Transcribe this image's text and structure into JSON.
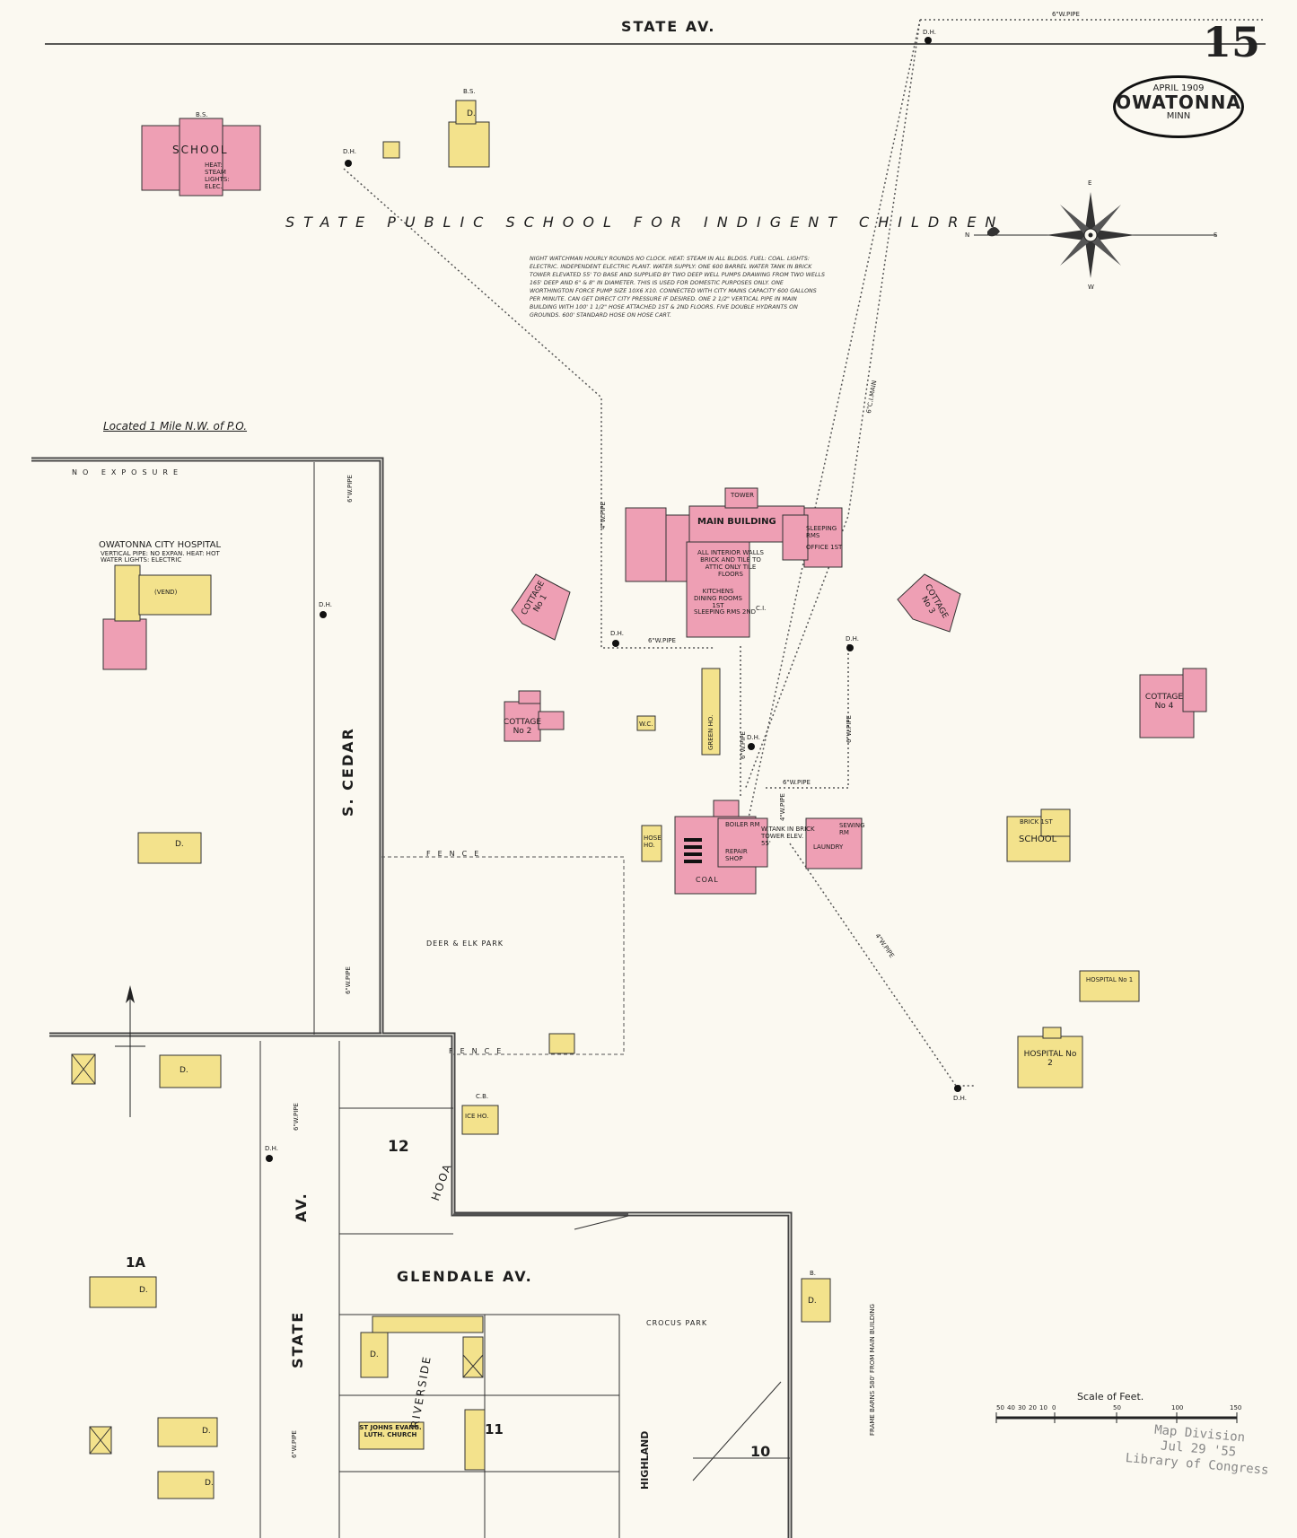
{
  "header": {
    "street_top": "STATE AV.",
    "sheet_number": "15",
    "date": "APRIL 1909",
    "city": "OWATONNA",
    "state": "MINN",
    "institution": "STATE PUBLIC SCHOOL FOR INDIGENT CHILDREN",
    "location_note": "Located 1 Mile N.W. of P.O.",
    "no_exposure": "NO EXPOSURE"
  },
  "fire_note": "NIGHT WATCHMAN HOURLY ROUNDS NO CLOCK. HEAT: STEAM IN ALL BLDGS. FUEL: COAL. LIGHTS: ELECTRIC. INDEPENDENT ELECTRIC PLANT. WATER SUPPLY: ONE 600 BARREL WATER TANK IN BRICK TOWER ELEVATED 55' TO BASE AND SUPPLIED BY TWO DEEP WELL PUMPS DRAWING FROM TWO WELLS 165' DEEP AND 6\" & 8\" IN DIAMETER. THIS IS USED FOR DOMESTIC PURPOSES ONLY. ONE WORTHINGTON FORCE PUMP SIZE 10X6 X10. CONNECTED WITH CITY MAINS CAPACITY 600 GALLONS PER MINUTE. CAN GET DIRECT CITY PRESSURE IF DESIRED. ONE 2 1/2\" VERTICAL PIPE IN MAIN BUILDING WITH 100' 1 1/2\" HOSE ATTACHED 1ST & 2ND FLOORS. FIVE DOUBLE HYDRANTS ON GROUNDS. 600' STANDARD HOSE ON HOSE CART.",
  "streets": {
    "s_cedar": "S. CEDAR",
    "state_av_left": "STATE",
    "state_av_left_2": "AV.",
    "glendale": "GLENDALE AV.",
    "highland": "HIGHLAND",
    "riverside": "RIVERSIDE",
    "hooa": "HOOA"
  },
  "buildings": {
    "school_top": "SCHOOL",
    "school_top_note": "HEAT: STEAM LIGHTS: ELEC.",
    "main_building": "MAIN BUILDING",
    "main_note": "ALL INTERIOR WALLS BRICK AND TILE TO ATTIC ONLY TILE FLOORS",
    "kitchen": "KITCHENS DINING ROOMS 1ST",
    "sleeping_2nd": "SLEEPING RMS 2ND",
    "sleeping_rms": "SLEEPING RMS",
    "office": "OFFICE 1ST",
    "tower": "TOWER",
    "cottage1": "COTTAGE No 1",
    "cottage2": "COTTAGE No 2",
    "cottage3": "COTTAGE No 3",
    "cottage4": "COTTAGE No 4",
    "hospital_city": "OWATONNA CITY HOSPITAL",
    "hospital_city_note": "VERTICAL PIPE: NO EXPAN. HEAT: HOT WATER LIGHTS: ELECTRIC",
    "hospital1": "HOSPITAL No 1",
    "hospital2": "HOSPITAL No 2",
    "school_right": "SCHOOL",
    "school_right_note": "BRICK 1ST",
    "laundry": "LAUNDRY",
    "sewing": "SEWING RM",
    "coal": "COAL",
    "boiler": "BOILER RM",
    "repair": "REPAIR SHOP",
    "tank": "W.TANK IN BRICK TOWER ELEV. 55'",
    "green_ho": "GREEN HO.",
    "hose_ho": "HOSE HO.",
    "ice_ho": "ICE HO.",
    "church": "ST JOHNS EVANG. LUTH. CHURCH",
    "vend": "(VEND)",
    "d": "D.",
    "bs": "B.S.",
    "cb": "C.B.",
    "b": "B.",
    "wc": "W.C.",
    "ci": "C.I."
  },
  "areas": {
    "deer_elk": "DEER & ELK PARK",
    "crocus": "CROCUS PARK",
    "fence": "FENCE",
    "block12": "12",
    "block11": "11",
    "block10": "10",
    "block1a": "1A"
  },
  "pipes": {
    "p6": "6\"W.PIPE",
    "p4": "4\"W.PIPE",
    "cim": "6\"C.I.MAIN",
    "dh": "D.H."
  },
  "scale": {
    "title": "Scale of Feet.",
    "ticks": [
      "50",
      "40",
      "30",
      "20",
      "10",
      "0",
      "50",
      "100",
      "150"
    ]
  },
  "compass": {
    "n": "N",
    "s": "S",
    "e": "E",
    "w": "W"
  },
  "stamp": [
    "Map Division",
    "Jul 29 '55",
    "Library of Congress"
  ],
  "frame_note": "FRAME BARNS 580' FROM MAIN BUILDING",
  "colors": {
    "brick": "#ee9fb4",
    "frame": "#f3e28c",
    "ink": "#1d1d1d"
  }
}
